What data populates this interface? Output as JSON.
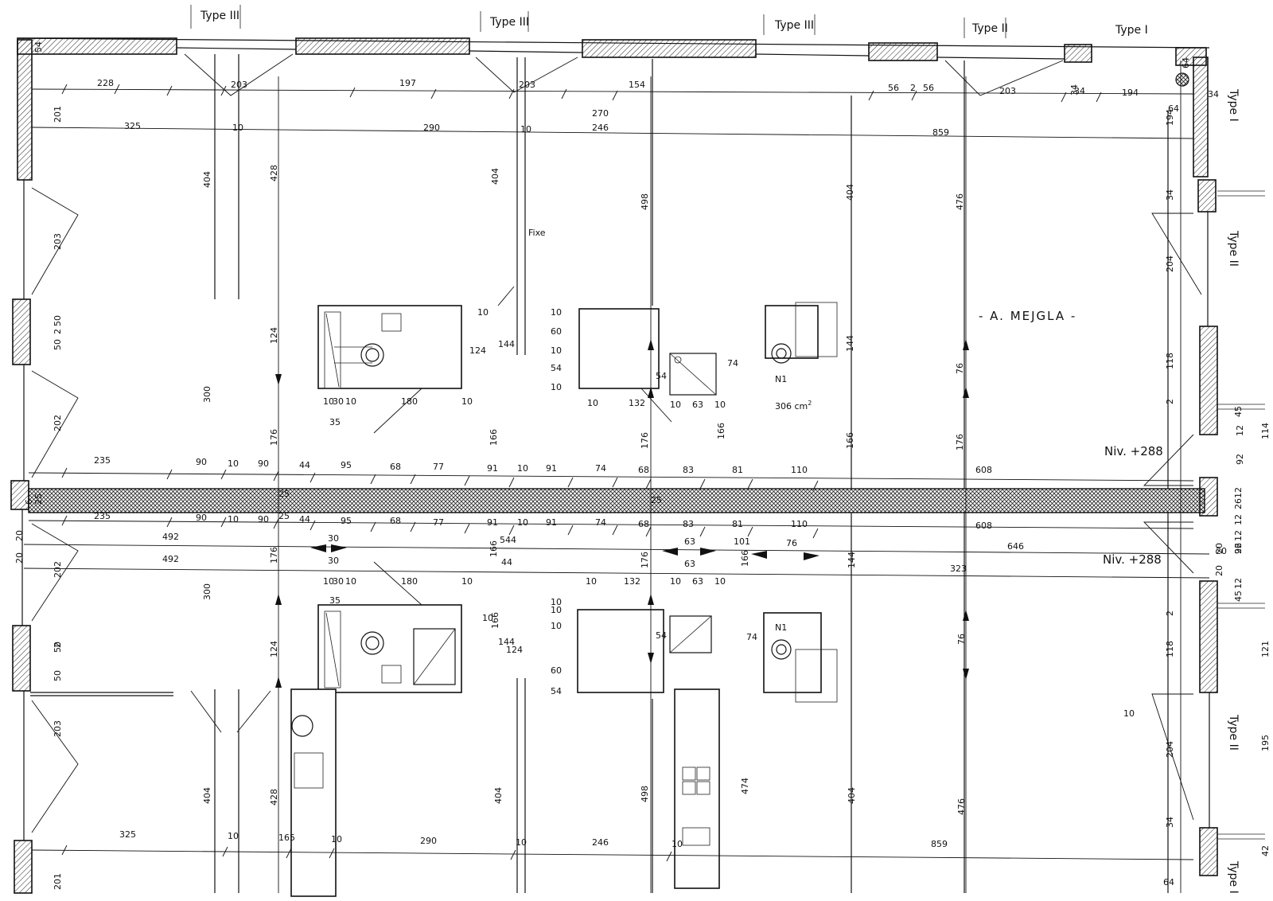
{
  "type_tags": [
    "Type III",
    "Type III",
    "Type III",
    "Type II",
    "Type I"
  ],
  "side_tags": [
    "Type I",
    "Type II",
    "Type II",
    "Type I"
  ],
  "annotations": {
    "level_top": "Niv. +288",
    "level_bottom": "Niv. +288",
    "room_note": "- A. MEJGLA -",
    "area": "306 cm",
    "area_sup": "2",
    "marker_a": "N1",
    "marker_b": "N1",
    "fixe": "Fixe",
    "sketch_a": "270",
    "sketch_b": "246"
  },
  "dims_top": [
    "228",
    "203",
    "197",
    "203",
    "154",
    "56",
    "2",
    "56",
    "203",
    "34",
    "194",
    "64",
    "34"
  ],
  "dims_row2": [
    "325",
    "10",
    "290",
    "10",
    "859"
  ],
  "dims_mid_upper": [
    "235",
    "90",
    "10",
    "90",
    "44",
    "95",
    "68",
    "77",
    "91",
    "10",
    "91",
    "74",
    "68",
    "83",
    "81",
    "110",
    "608"
  ],
  "dims_mid_lower": [
    "235",
    "90",
    "10",
    "90",
    "44",
    "95",
    "68",
    "77",
    "91",
    "10",
    "91",
    "74",
    "68",
    "83",
    "81",
    "110",
    "608"
  ],
  "dims_chain_a": [
    "492",
    "30",
    "544",
    "63",
    "101",
    "76",
    "646"
  ],
  "dims_chain_b": [
    "492",
    "30",
    "44",
    "63",
    "323"
  ],
  "dims_bottom": [
    "325",
    "10",
    "165",
    "10",
    "290",
    "10",
    "246",
    "10",
    "859",
    "64"
  ],
  "dims_vert_upper": [
    "404",
    "428",
    "404",
    "498",
    "404",
    "476",
    "124",
    "300",
    "176",
    "166",
    "176",
    "166",
    "166",
    "176",
    "144",
    "76"
  ],
  "dims_vert_lower": [
    "176",
    "300",
    "124",
    "166",
    "176",
    "166",
    "166",
    "144",
    "76",
    "404",
    "428",
    "404",
    "498",
    "474",
    "404",
    "476"
  ],
  "dims_left": [
    "54",
    "201",
    "203",
    "50",
    "2",
    "50",
    "202",
    "6",
    "25",
    "20",
    "20",
    "202",
    "50",
    "2",
    "50",
    "203",
    "201"
  ],
  "dims_right": [
    "64",
    "34",
    "194",
    "34",
    "204",
    "118",
    "2",
    "12",
    "45",
    "114",
    "92",
    "12",
    "26",
    "12",
    "12",
    "26",
    "92",
    "20",
    "20",
    "45",
    "12",
    "2",
    "118",
    "121",
    "204",
    "195",
    "34",
    "42"
  ],
  "bath_dims_upper": [
    "10",
    "30",
    "10",
    "180",
    "10",
    "35",
    "10",
    "124",
    "144",
    "10",
    "60",
    "10",
    "54",
    "10",
    "10",
    "132",
    "10",
    "63",
    "10",
    "54",
    "74",
    "25",
    "25"
  ],
  "bath_dims_lower": [
    "10",
    "30",
    "10",
    "180",
    "10",
    "35",
    "10",
    "124",
    "144",
    "10",
    "60",
    "10",
    "54",
    "10",
    "10",
    "132",
    "10",
    "63",
    "10",
    "54",
    "74",
    "25",
    "10",
    "20"
  ]
}
